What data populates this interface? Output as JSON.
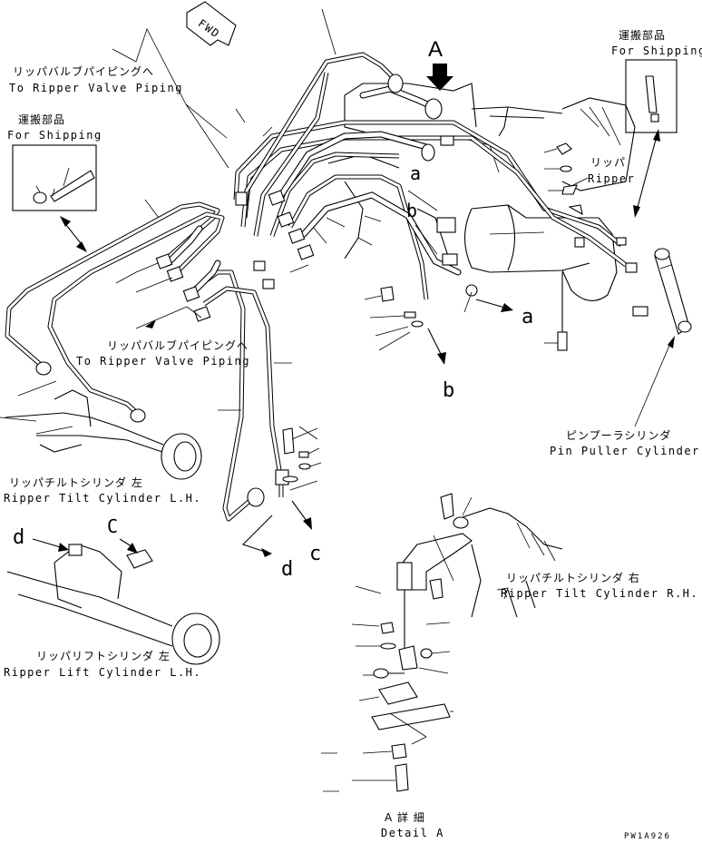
{
  "labels": {
    "to_valve_top_jp": "リッパバルブパイピングへ",
    "to_valve_top_en": "To Ripper Valve Piping",
    "to_valve_mid_jp": "リッパバルブパイピングへ",
    "to_valve_mid_en": "To Ripper Valve Piping",
    "ship_left_jp": "運搬部品",
    "ship_left_en": "For Shipping",
    "ship_right_jp": "運搬部品",
    "ship_right_en": "For Shipping",
    "ripper_jp": "リッパ",
    "ripper_en": "Ripper",
    "pin_puller_jp": "ピンプーラシリンダ",
    "pin_puller_en": "Pin Puller Cylinder",
    "tilt_left_jp": "リッパチルトシリンダ 左",
    "tilt_left_en": "Ripper Tilt Cylinder L.H.",
    "lift_left_jp": "リッパリフトシリンダ 左",
    "lift_left_en": "Ripper Lift Cylinder L.H.",
    "tilt_right_jp": "リッパチルトシリンダ 右",
    "tilt_right_en": "Ripper Tilt Cylinder R.H.",
    "detail_jp": "A 詳 細",
    "detail_en": "Detail A",
    "fwd": "FWD",
    "drawing_code": "PW1A926"
  },
  "callouts": {
    "A": "A",
    "a_top": "a",
    "a_right": "a",
    "b_top": "b",
    "b_bottom": "b",
    "c_top": "C",
    "c_bottom": "c",
    "d_left": "d",
    "d_bottom": "d"
  }
}
